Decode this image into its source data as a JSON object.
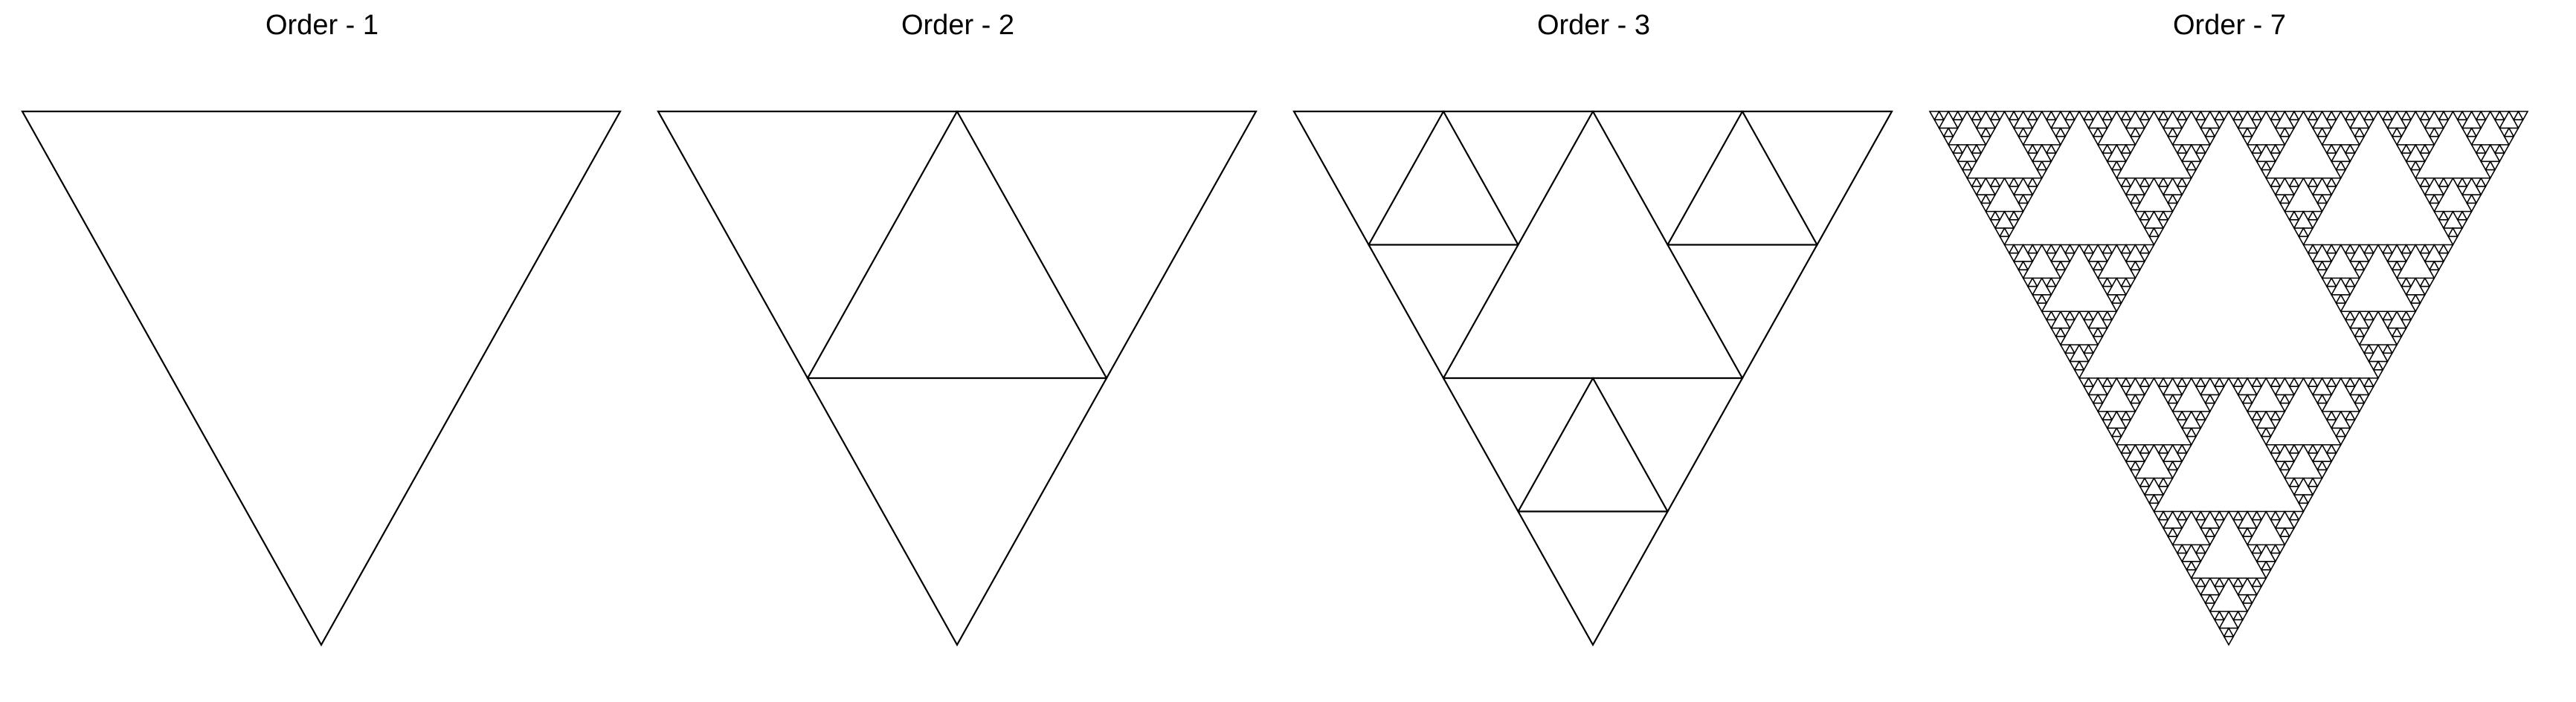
{
  "panels": [
    {
      "title": "Order - 1",
      "order": 1
    },
    {
      "title": "Order - 2",
      "order": 2
    },
    {
      "title": "Order - 3",
      "order": 3
    },
    {
      "title": "Order - 7",
      "order": 7
    }
  ],
  "colors": {
    "background": "#ffffff",
    "stroke": "#000000",
    "text": "#000000"
  }
}
